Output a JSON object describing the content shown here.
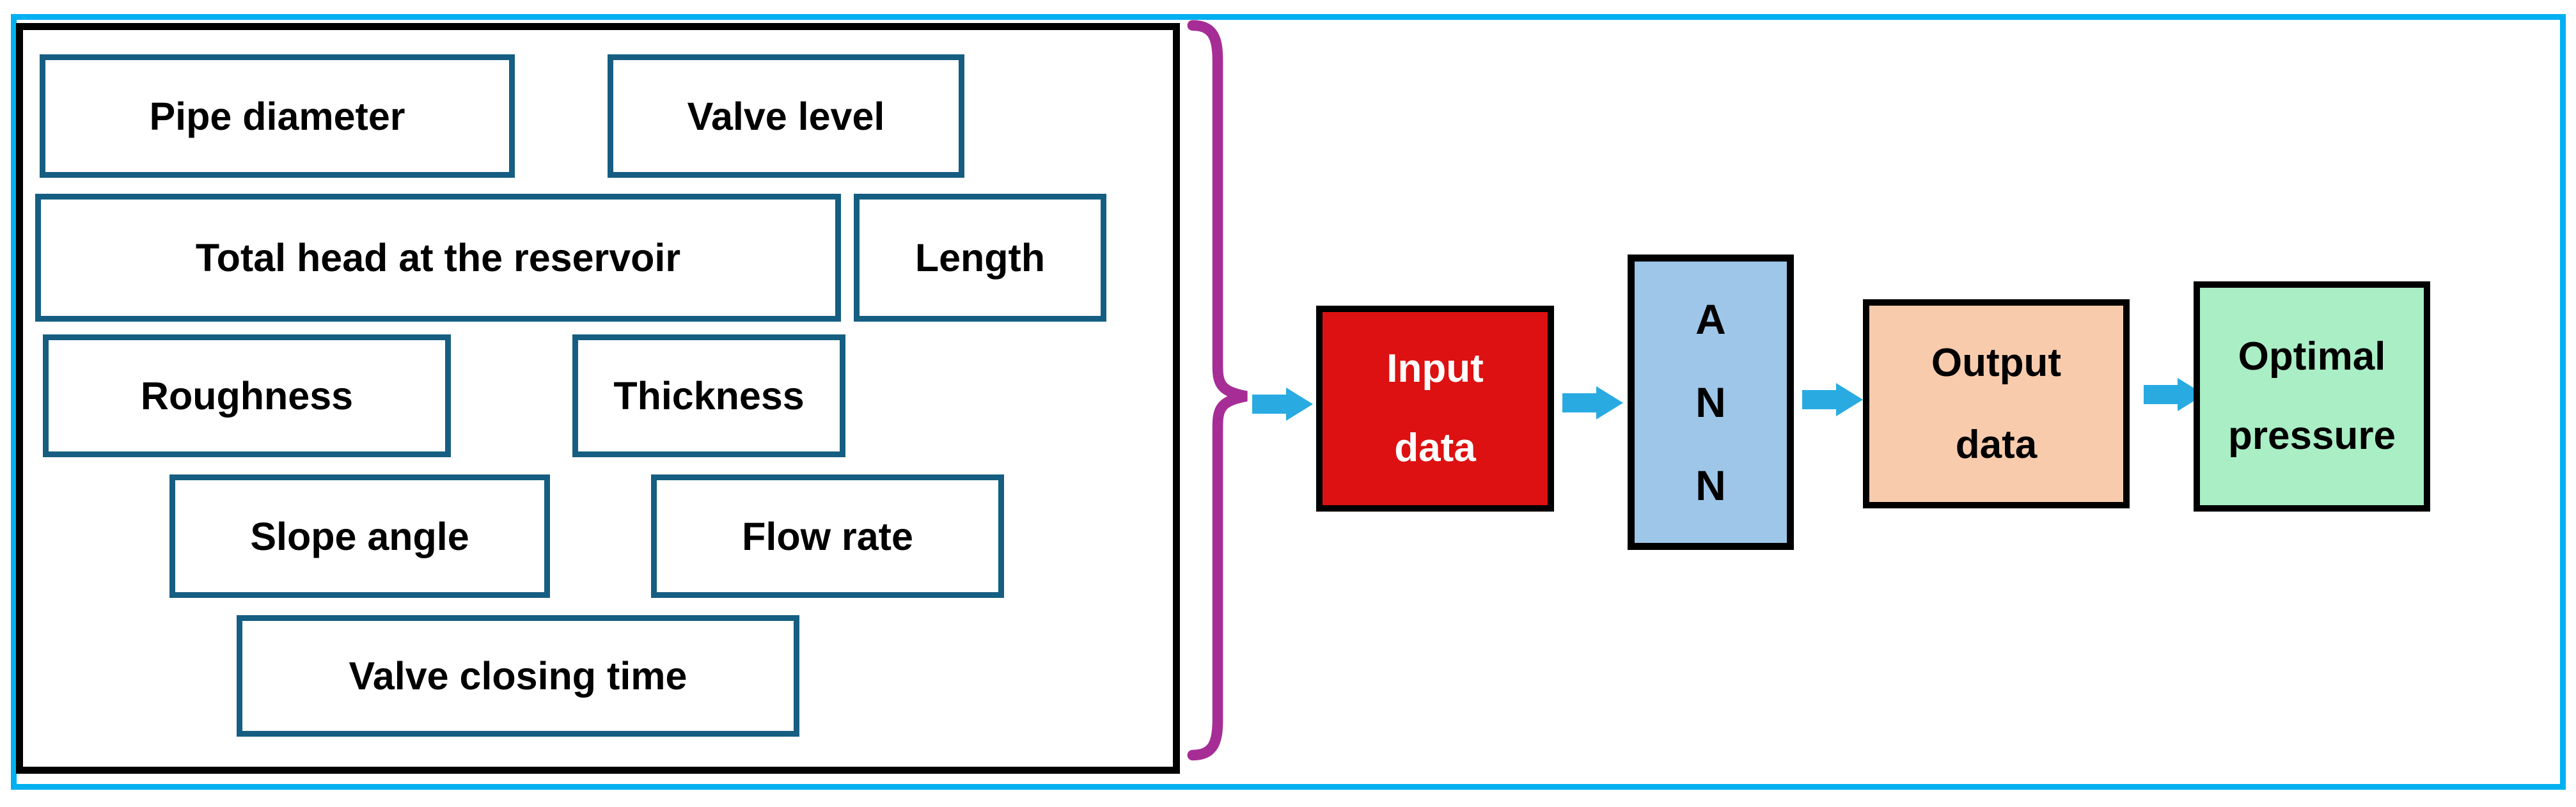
{
  "diagram": {
    "input_parameters": {
      "items": [
        {
          "label": "Pipe diameter"
        },
        {
          "label": "Valve level"
        },
        {
          "label": "Total head at the reservoir"
        },
        {
          "label": "Length"
        },
        {
          "label": "Roughness"
        },
        {
          "label": "Thickness"
        },
        {
          "label": "Slope angle"
        },
        {
          "label": "Flow rate"
        },
        {
          "label": "Valve closing time"
        }
      ]
    },
    "flow": {
      "input_data": {
        "line1": "Input",
        "line2": "data"
      },
      "ann": {
        "letters": [
          "A",
          "N",
          "N"
        ]
      },
      "output_data": {
        "line1": "Output",
        "line2": "data"
      },
      "optimal_pressure": {
        "line1": "Optimal",
        "line2": "pressure"
      }
    },
    "colors": {
      "frame": "#00B0F0",
      "param_border": "#155E82",
      "arrow": "#29ABE2",
      "brace": "#A62D96",
      "input_fill": "#DD1111",
      "ann_fill": "#9DC6E9",
      "output_fill": "#F8CBAD",
      "optimal_fill": "#AAEEC6"
    }
  }
}
